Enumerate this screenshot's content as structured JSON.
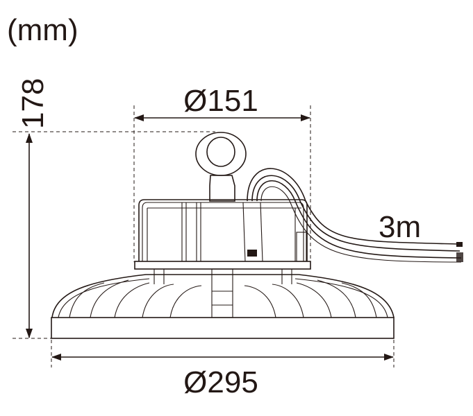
{
  "unit_label": "(mm)",
  "dimensions": {
    "height": "178",
    "top_diameter": "Ø151",
    "bottom_diameter": "Ø295",
    "cable_length": "3m"
  },
  "colors": {
    "line": "#231815",
    "background": "#ffffff"
  }
}
